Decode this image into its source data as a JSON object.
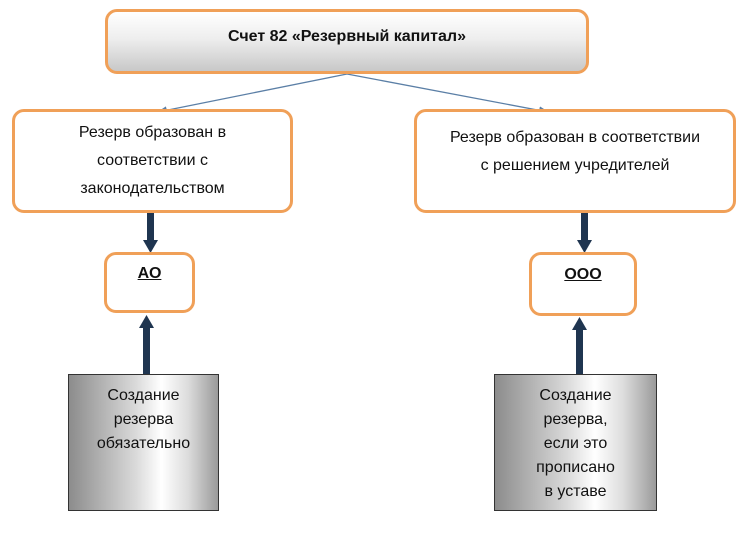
{
  "diagram": {
    "title": "Счет 82 «Резервный капитал»",
    "left_branch": {
      "reserve_text": "Резерв образован в\nсоответствии с\nзаконодательством",
      "entity": "АО",
      "note": "Создание\nрезерва\nобязательно"
    },
    "right_branch": {
      "reserve_text": "Резерв образован в соответствии\nс решением учредителей",
      "entity": "ООО",
      "note": "Создание\nрезерва,\nесли это\nпрописано\nв уставе"
    }
  },
  "colors": {
    "box_border": "#f0a058",
    "thin_arrow": "#5b7fa6",
    "thick_arrow": "#1f3550"
  }
}
